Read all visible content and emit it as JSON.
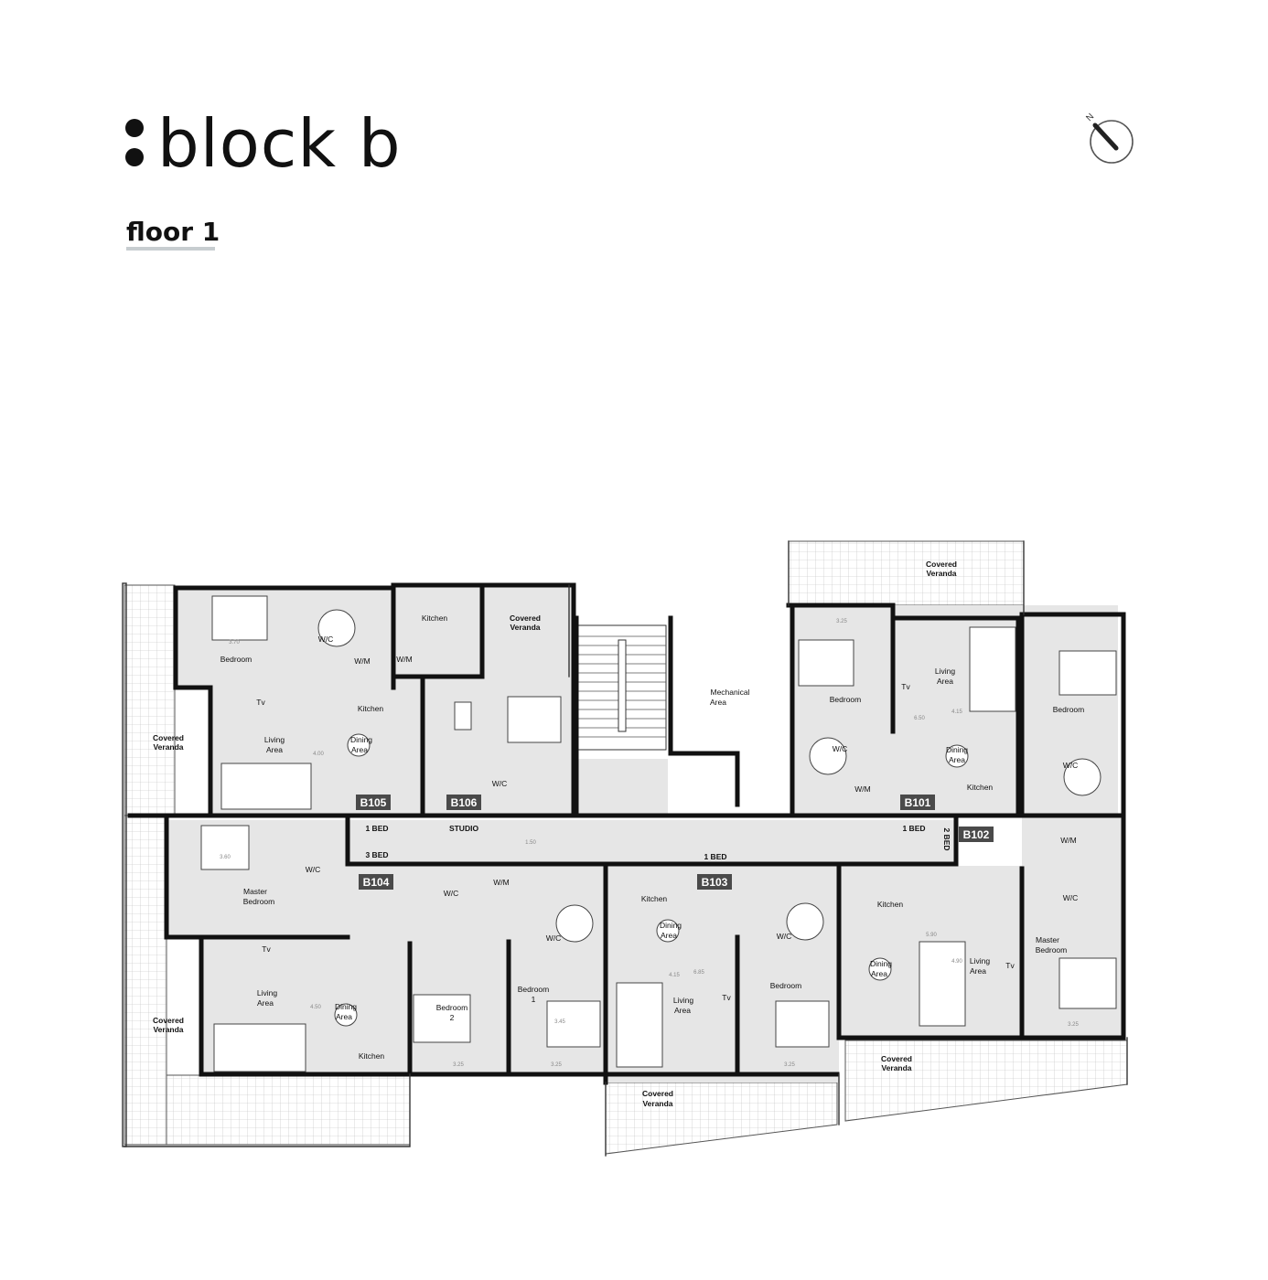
{
  "header": {
    "title": "block b",
    "subtitle": "floor 1"
  },
  "colors": {
    "wall": "#111111",
    "floor": "#e6e6e6",
    "veranda_grid": "#bdbdbd",
    "tag_bg": "#4a4a4a",
    "underline": "#c7cdd0"
  },
  "icons": [
    "compass-north-icon"
  ],
  "plan": {
    "units": [
      {
        "id": "B101",
        "type": "1 BED"
      },
      {
        "id": "B102",
        "type": "2 BED"
      },
      {
        "id": "B103",
        "type": "1 BED"
      },
      {
        "id": "B104",
        "type": "3 BED"
      },
      {
        "id": "B105",
        "type": "1 BED"
      },
      {
        "id": "B106",
        "type": "STUDIO"
      }
    ],
    "compass_letter": "N",
    "rooms": {
      "bedroom": "Bedroom",
      "master_bedroom_1": "Master",
      "master_bedroom_2": "Bedroom",
      "bedroom_1a": "Bedroom",
      "bedroom_1b": "1",
      "bedroom_2a": "Bedroom",
      "bedroom_2b": "2",
      "living_1": "Living",
      "living_2": "Area",
      "dining_1": "Dining",
      "dining_2": "Area",
      "kitchen": "Kitchen",
      "wc": "W/C",
      "wm": "W/M",
      "tv": "Tv",
      "covered_1": "Covered",
      "covered_2": "Veranda",
      "mech_1": "Mechanical",
      "mech_2": "Area"
    },
    "dimensions": [
      "3.70",
      "4.00",
      "3.60",
      "4.50",
      "3.25",
      "3.25",
      "3.45",
      "4.15",
      "6.85",
      "3.25",
      "5.90",
      "4.90",
      "3.25",
      "3.25",
      "4.15",
      "6.50",
      "1.50"
    ]
  }
}
